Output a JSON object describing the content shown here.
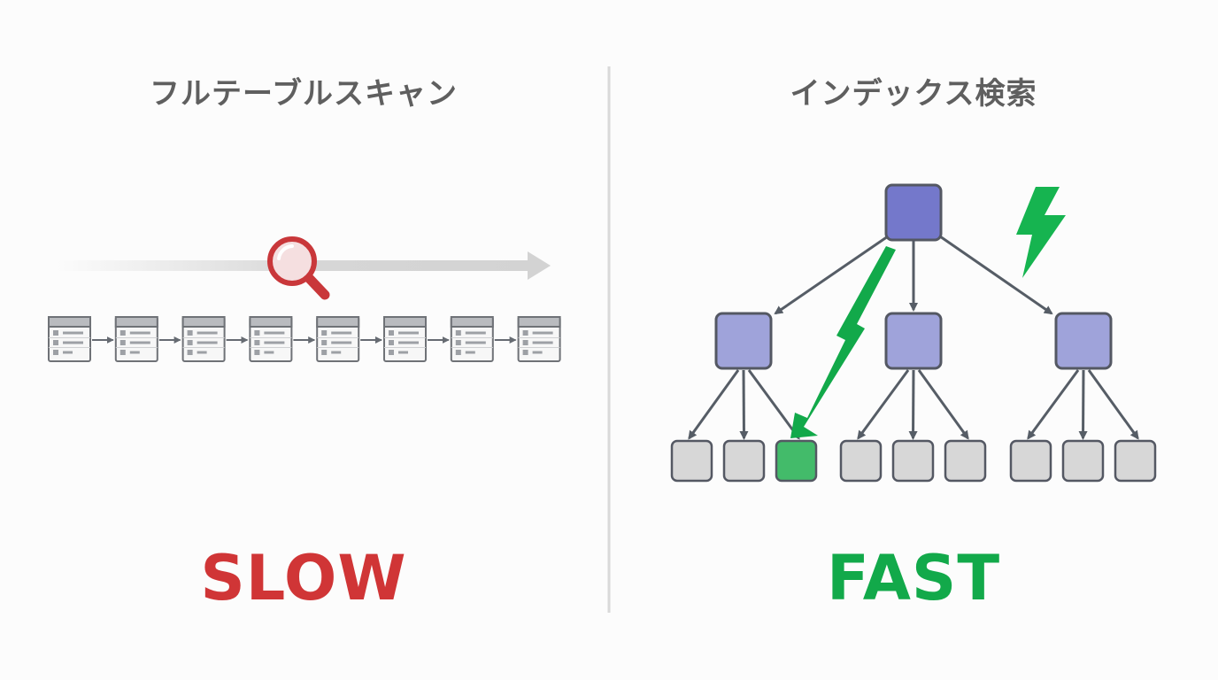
{
  "full_scan": {
    "title": "フルテーブルスキャン",
    "verdict": "SLOW",
    "table_count": 8
  },
  "index_search": {
    "title": "インデックス検索",
    "verdict": "FAST",
    "leaf_groups": 3,
    "leaves_per_group": 3,
    "found_leaf": [
      0,
      2
    ]
  },
  "colors": {
    "slow": "#d03536",
    "fast": "#12a94a",
    "root_node": "#7478cb",
    "branch_node": "#9fa3da",
    "leaf_node": "#d7d7d7",
    "found_leaf": "#43bb6a",
    "edge": "#565d66",
    "divider": "#d9d9d9",
    "heading": "#5f5f5f"
  }
}
